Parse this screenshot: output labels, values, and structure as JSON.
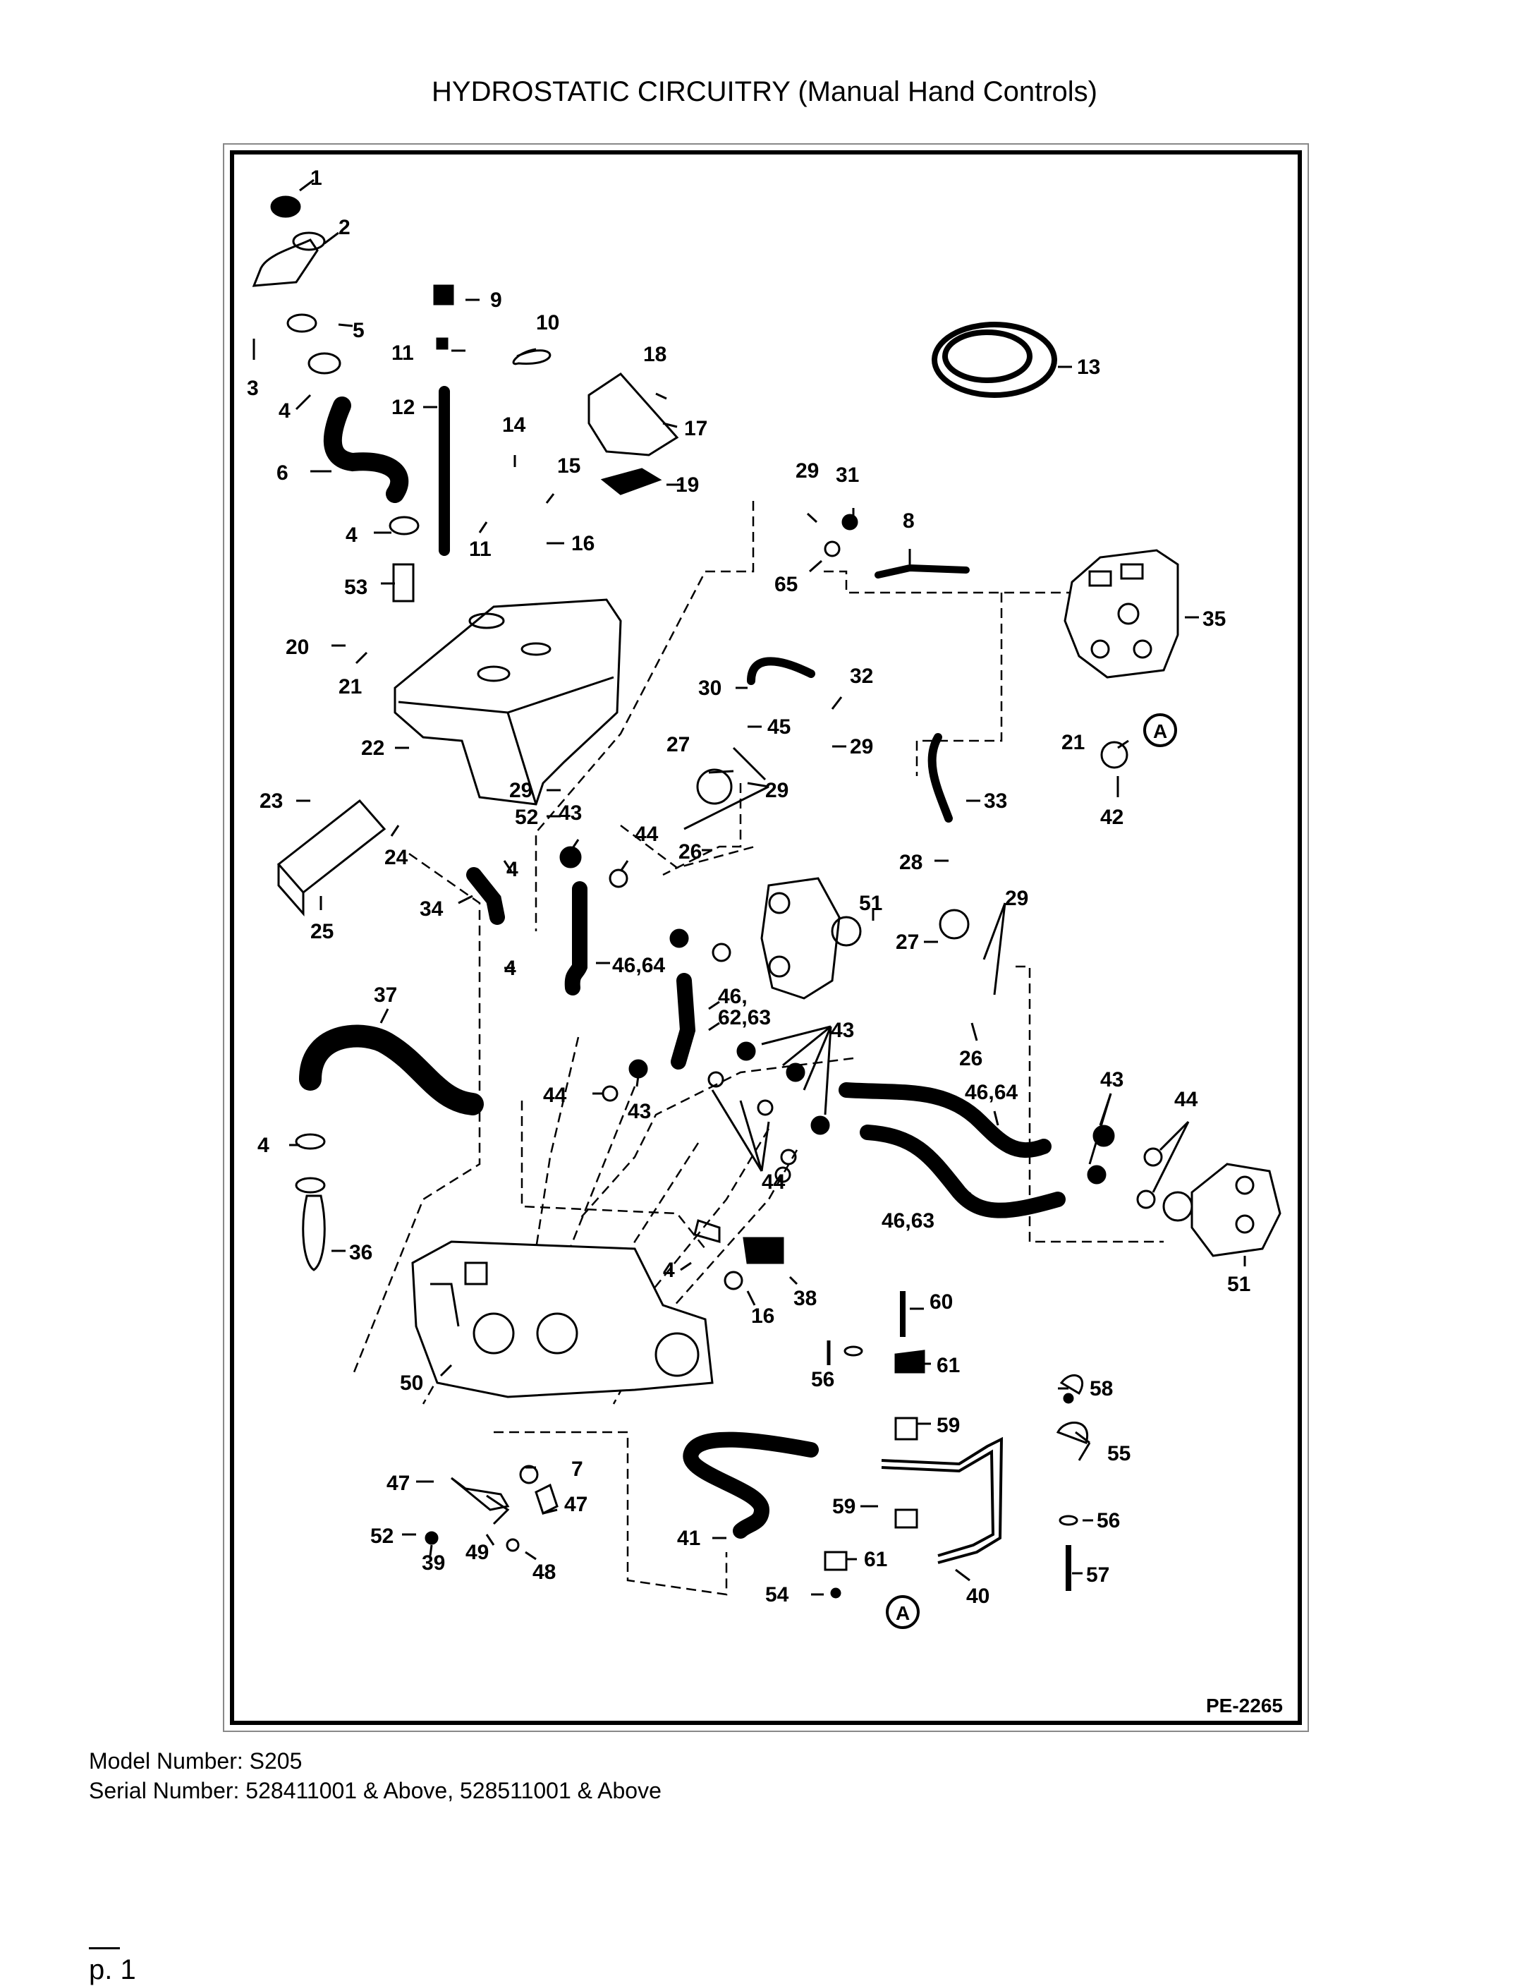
{
  "title": "HYDROSTATIC CIRCUITRY (Manual Hand Controls)",
  "diagram_code": "PE-2265",
  "model_line": "Model Number: S205",
  "serial_line": "Serial Number: 528411001 & Above, 528511001 & Above",
  "page_label": "p. 1",
  "callouts": [
    "1",
    "2",
    "3",
    "4",
    "5",
    "6",
    "4",
    "53",
    "9",
    "10",
    "11",
    "12",
    "11",
    "14",
    "15",
    "16",
    "17",
    "18",
    "19",
    "13",
    "20",
    "21",
    "22",
    "23",
    "24",
    "25",
    "29",
    "52",
    "43",
    "44",
    "4",
    "34",
    "4",
    "37",
    "4",
    "36",
    "46,64",
    "46,",
    "62,63",
    "43",
    "44",
    "43",
    "26",
    "27",
    "29",
    "45",
    "30",
    "32",
    "29",
    "29",
    "31",
    "8",
    "65",
    "35",
    "21",
    "A",
    "42",
    "33",
    "28",
    "29",
    "27",
    "26",
    "51",
    "43",
    "44",
    "46,64",
    "46,63",
    "51",
    "44",
    "38",
    "4",
    "16",
    "50",
    "60",
    "56",
    "61",
    "59",
    "58",
    "55",
    "56",
    "57",
    "47",
    "7",
    "47",
    "52",
    "39",
    "49",
    "48",
    "41",
    "59",
    "61",
    "54",
    "A",
    "40"
  ]
}
